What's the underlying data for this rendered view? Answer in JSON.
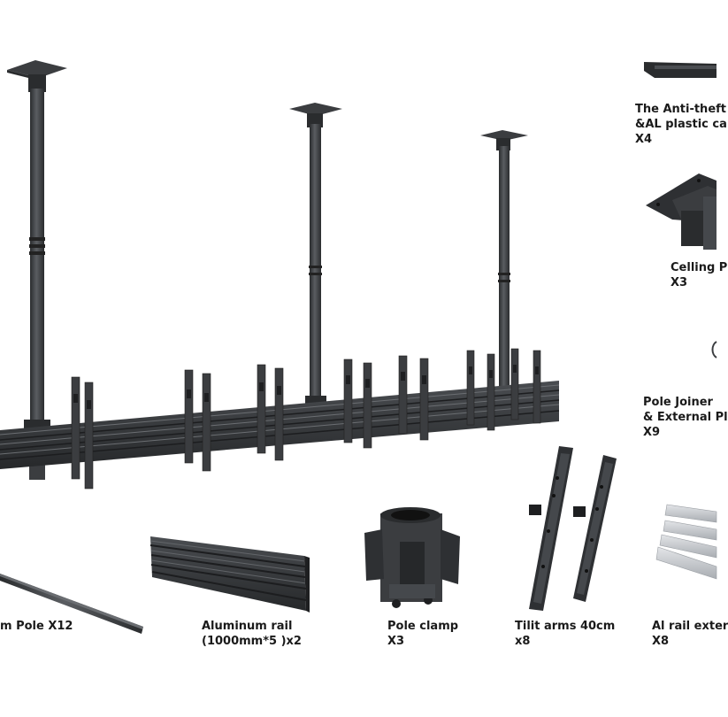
{
  "colors": {
    "metal": "#3b3d40",
    "metal_dark": "#2a2c2e",
    "metal_light": "#55585c",
    "rail_silver": "#c9ccd0",
    "text": "#1a1a1a",
    "background": "#ffffff"
  },
  "labels": {
    "anti_theft": {
      "line1": "The Anti-theft",
      "line2": "&AL plastic ca",
      "line3": "X4"
    },
    "ceiling_plate": {
      "line1": "Celling P",
      "line2": "X3"
    },
    "pole_joiner": {
      "line1": "Pole Joiner",
      "line2": "& External Pl",
      "line3": "X9"
    },
    "pole": {
      "line1": "m Pole X12"
    },
    "aluminum_rail": {
      "line1": "Aluminum rail",
      "line2": "(1000mm*5 )x2"
    },
    "pole_clamp": {
      "line1": "Pole clamp",
      "line2": "X3"
    },
    "tilt_arms": {
      "line1": "Tilit arms 40cm",
      "line2": "x8"
    },
    "al_rail_ext": {
      "line1": "Al rail exter",
      "line2": "X8"
    }
  },
  "icons": [
    "ceiling-mount-assembly",
    "anti-theft-bar",
    "ceiling-plate",
    "pole-joiner",
    "pole",
    "aluminum-rail",
    "pole-clamp",
    "tilt-arms",
    "al-rail-extension"
  ]
}
